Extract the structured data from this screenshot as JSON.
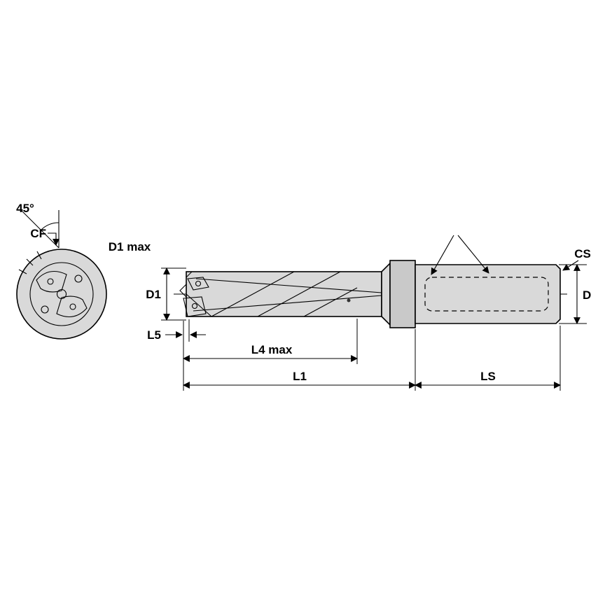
{
  "diagram": {
    "labels": {
      "angle_45": "45°",
      "cf": "CF",
      "d1_max": "D1 max",
      "d1": "D1",
      "l5": "L5",
      "l4_max": "L4 max",
      "l1": "L1",
      "ls": "LS",
      "cs": "CS",
      "d": "D"
    },
    "colors": {
      "line": "#000000",
      "body_fill": "#d9d9d9",
      "collar_fill": "#c9c9c9",
      "shank_fill": "#d9d9d9",
      "pocket_fill": "#f2f2f2",
      "background": "#ffffff"
    }
  }
}
